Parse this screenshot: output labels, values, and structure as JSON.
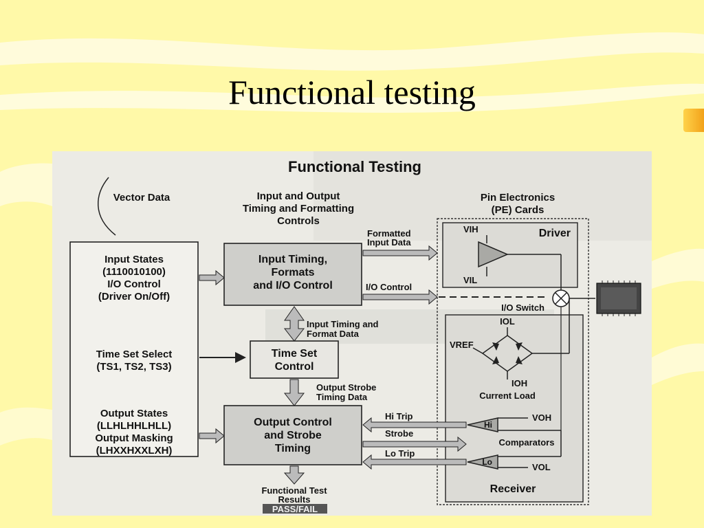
{
  "slide": {
    "title": "Functional testing"
  },
  "diagram": {
    "heading": "Functional Testing",
    "vector_data": "Vector Data",
    "io_timing_header": [
      "Input and Output",
      "Timing and Formatting",
      "Controls"
    ],
    "pe_header": [
      "Pin Electronics",
      "(PE) Cards"
    ],
    "input_states": [
      "Input States",
      "(1110010100)",
      "I/O Control",
      "(Driver On/Off)"
    ],
    "time_set_select": [
      "Time Set Select",
      "(TS1, TS2, TS3)"
    ],
    "output_states": [
      "Output States",
      "(LLHLHHLHLL)",
      "Output Masking",
      "(LHXXHXXLXH)"
    ],
    "input_timing_box": [
      "Input Timing,",
      "Formats",
      "and I/O Control"
    ],
    "time_set_box": [
      "Time Set",
      "Control"
    ],
    "output_control_box": [
      "Output Control",
      "and Strobe",
      "Timing"
    ],
    "formatted_input": [
      "Formatted",
      "Input Data"
    ],
    "io_control": "I/O Control",
    "input_timing_format": [
      "Input Timing and",
      "Format Data"
    ],
    "output_strobe": [
      "Output Strobe",
      "Timing Data"
    ],
    "hi_trip": "Hi Trip",
    "strobe": "Strobe",
    "lo_trip": "Lo Trip",
    "functional_results": [
      "Functional Test",
      "Results"
    ],
    "pass_fail": "PASS/FAIL",
    "driver": "Driver",
    "vih": "VIH",
    "vil": "VIL",
    "io_switch": "I/O Switch",
    "iol": "IOL",
    "vref": "VREF",
    "ioh": "IOH",
    "current_load": "Current Load",
    "hi": "Hi",
    "lo": "Lo",
    "voh": "VOH",
    "vol": "VOL",
    "comparators": "Comparators",
    "receiver": "Receiver"
  }
}
